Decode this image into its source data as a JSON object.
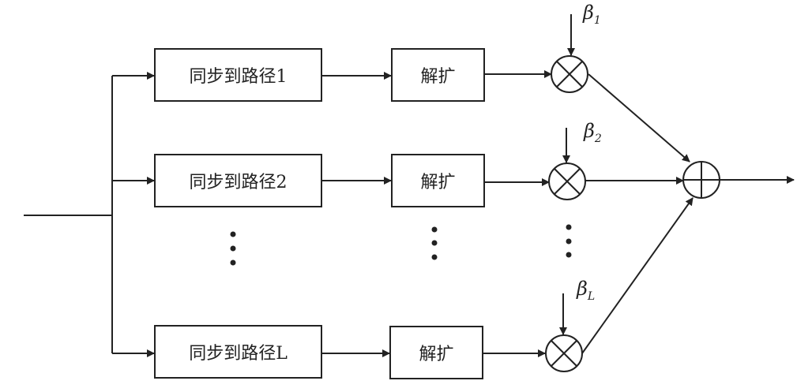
{
  "branches": [
    {
      "sync_label": "同步到路径1",
      "despread_label": "解扩",
      "weight": "β",
      "weight_sub": "1"
    },
    {
      "sync_label": "同步到路径2",
      "despread_label": "解扩",
      "weight": "β",
      "weight_sub": "2"
    },
    {
      "sync_label": "同步到路径L",
      "despread_label": "解扩",
      "weight": "β",
      "weight_sub": "L"
    }
  ],
  "icons": {
    "multiplier": "circled-times-icon",
    "combiner": "circled-plus-icon",
    "ellipsis": "vertical-ellipsis-icon"
  },
  "colors": {
    "stroke": "#222222",
    "background": "#ffffff"
  }
}
